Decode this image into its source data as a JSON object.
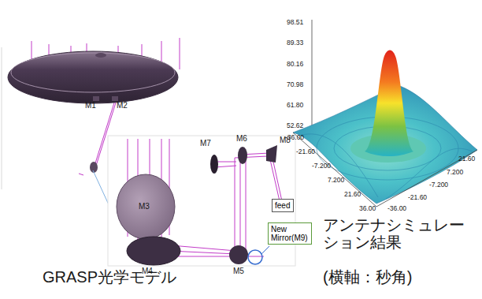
{
  "diagram": {
    "nodes": [
      {
        "text": [
          "feed"
        ]
      },
      {
        "text": [
          "New Mirror(M9)"
        ]
      }
    ],
    "labels": [
      "M1",
      "M2",
      "M3",
      "M4",
      "M5",
      "M6",
      "M7",
      "M8",
      "98.51",
      "89.33",
      "80.16",
      "70.98",
      "61.80",
      "52.62",
      "-36.00",
      "-21.60",
      "-7.200",
      "7.200",
      "21.60",
      "36.00",
      "-36.00",
      "-21.60",
      "-7.200",
      "7.200",
      "21.60",
      "GRASP光学モデル",
      "アンテナシミュレーション結果",
      "(横軸：秒角)"
    ]
  }
}
